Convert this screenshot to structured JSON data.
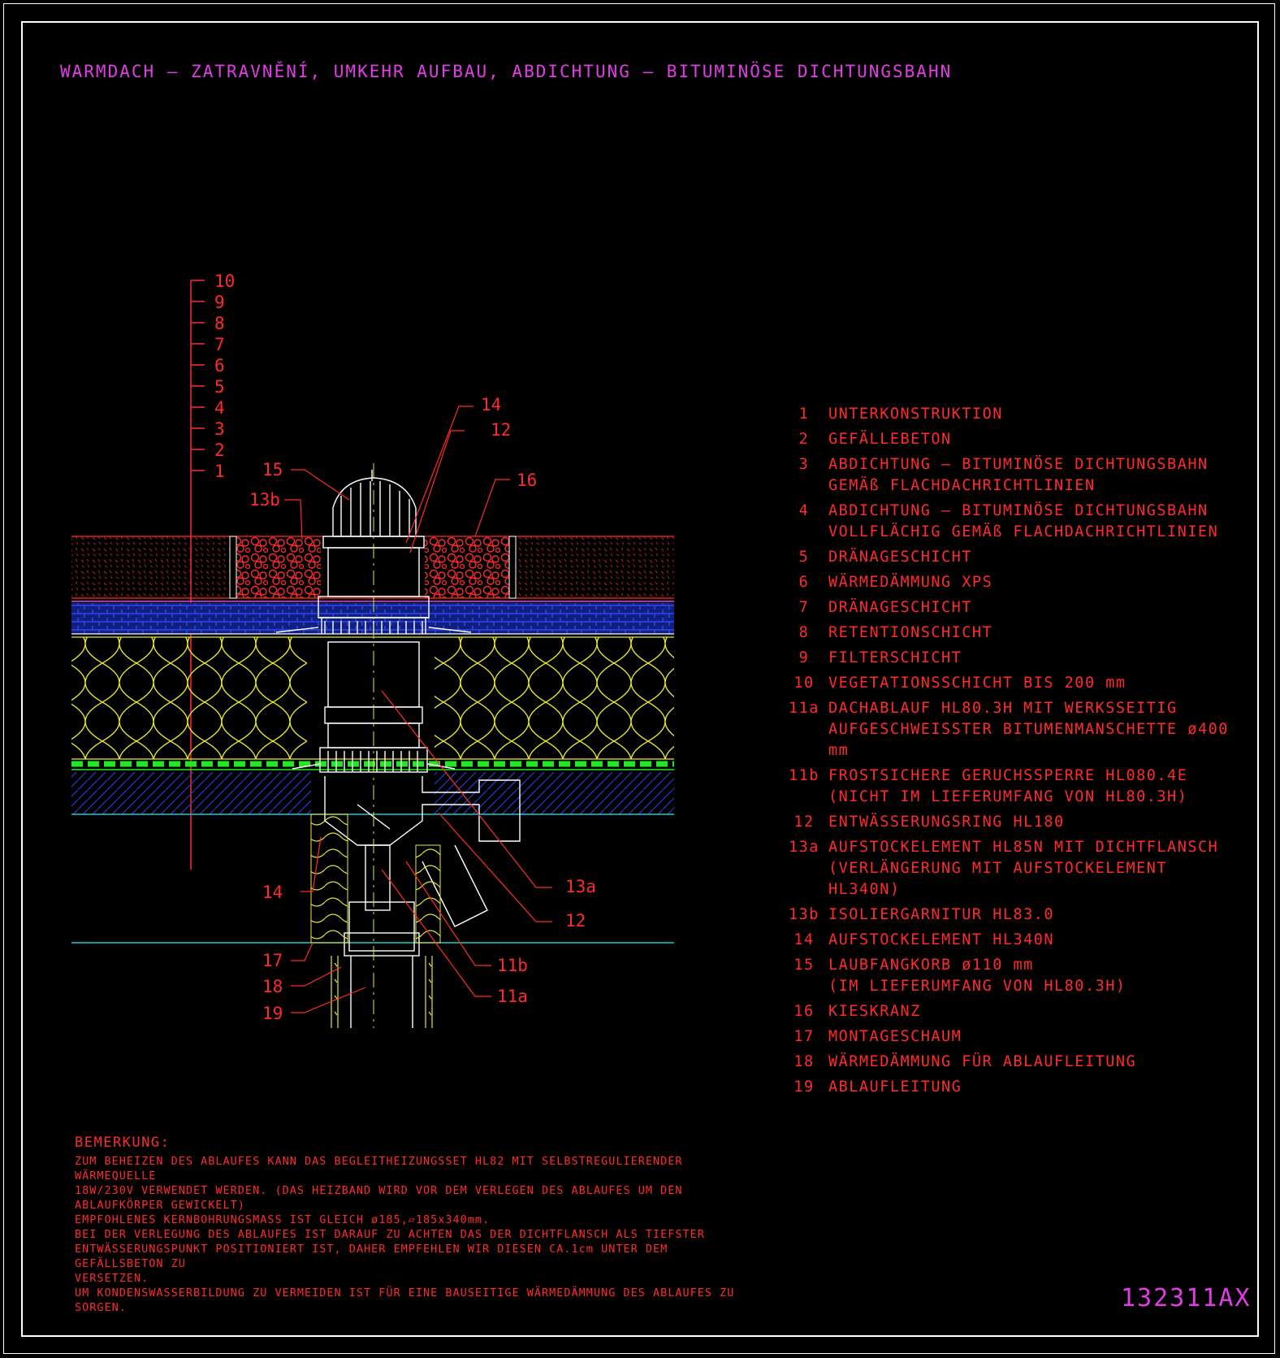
{
  "title": "WARMDACH – ZATRAVNĚNÍ, UMKEHR AUFBAU, ABDICHTUNG – BITUMINÖSE DICHTUNGSBAHN",
  "scale_labels": [
    "10",
    "9",
    "8",
    "7",
    "6",
    "5",
    "4",
    "3",
    "2",
    "1"
  ],
  "callouts": {
    "c14_top": "14",
    "c12_top": "12",
    "c15": "15",
    "c16": "16",
    "c13b": "13b",
    "c14_bot": "14",
    "c13a": "13a",
    "c12_bot": "12",
    "c11b": "11b",
    "c11a": "11a",
    "c17": "17",
    "c18": "18",
    "c19": "19"
  },
  "legend": [
    {
      "num": "1",
      "text": "UNTERKONSTRUKTION"
    },
    {
      "num": "2",
      "text": "GEFÄLLEBETON"
    },
    {
      "num": "3",
      "text": "ABDICHTUNG – BITUMINÖSE DICHTUNGSBAHN\nGEMÄß FLACHDACHRICHTLINIEN"
    },
    {
      "num": "4",
      "text": "ABDICHTUNG – BITUMINÖSE DICHTUNGSBAHN\nVOLLFLÄCHIG GEMÄß FLACHDACHRICHTLINIEN"
    },
    {
      "num": "5",
      "text": "DRÄNAGESCHICHT"
    },
    {
      "num": "6",
      "text": "WÄRMEDÄMMUNG XPS"
    },
    {
      "num": "7",
      "text": "DRÄNAGESCHICHT"
    },
    {
      "num": "8",
      "text": "RETENTIONSCHICHT"
    },
    {
      "num": "9",
      "text": "FILTERSCHICHT"
    },
    {
      "num": "10",
      "text": "VEGETATIONSSCHICHT BIS 200 mm"
    },
    {
      "num": "11a",
      "text": "DACHABLAUF HL80.3H MIT WERKSSEITIG\nAUFGESCHWEISSTER BITUMENMANSCHETTE ø400 mm"
    },
    {
      "num": "11b",
      "text": "FROSTSICHERE GERUCHSSPERRE HL080.4E\n(NICHT IM LIEFERUMFANG VON HL80.3H)"
    },
    {
      "num": "12",
      "text": "ENTWÄSSERUNGSRING HL180"
    },
    {
      "num": "13a",
      "text": "AUFSTOCKELEMENT HL85N MIT DICHTFLANSCH\n(VERLÄNGERUNG MIT AUFSTOCKELEMENT HL340N)"
    },
    {
      "num": "13b",
      "text": "ISOLIERGARNITUR HL83.0"
    },
    {
      "num": "14",
      "text": "AUFSTOCKELEMENT HL340N"
    },
    {
      "num": "15",
      "text": "LAUBFANGKORB ø110 mm\n(IM LIEFERUMFANG VON HL80.3H)"
    },
    {
      "num": "16",
      "text": "KIESKRANZ"
    },
    {
      "num": "17",
      "text": "MONTAGESCHAUM"
    },
    {
      "num": "18",
      "text": "WÄRMEDÄMMUNG FÜR ABLAUFLEITUNG"
    },
    {
      "num": "19",
      "text": "ABLAUFLEITUNG"
    }
  ],
  "remark": {
    "heading": "BEMERKUNG:",
    "body": "ZUM BEHEIZEN DES ABLAUFES KANN DAS BEGLEITHEIZUNGSSET HL82 MIT SELBSTREGULIERENDER WÄRMEQUELLE\n18W/230V VERWENDET WERDEN. (DAS HEIZBAND WIRD VOR DEM VERLEGEN DES ABLAUFES UM DEN\nABLAUFKÖRPER GEWICKELT)\nEMPFOHLENES KERNBOHRUNGSMASS IST GLEICH ø185,▱185x340mm.\nBEI DER VERLEGUNG DES ABLAUFES IST DARAUF ZU ACHTEN DAS DER DICHTFLANSCH ALS TIEFSTER\nENTWÄSSERUNGSPUNKT POSITIONIERT IST, DAHER EMPFEHLEN WIR DIESEN CA.1cm UNTER DEM GEFÄLLSBETON ZU\nVERSETZEN.\nUM KONDENSWASSERBILDUNG ZU VERMEIDEN IST FÜR EINE BAUSEITIGE WÄRMEDÄMMUNG DES ABLAUFES ZU\nSORGEN."
  },
  "drawing_code": "132311AX",
  "colors": {
    "background": "#000000",
    "title": "#e23ce6",
    "annotation": "#ff2b2b",
    "vegetation": "#ff2b2b",
    "gravel": "#ff2b2b",
    "drainage": "#3040ff",
    "insulation": "#e8e830",
    "membrane": "#22e822",
    "slab": "#3040ff",
    "slab_line": "#20c8c8",
    "drain_body": "#ffffff"
  }
}
